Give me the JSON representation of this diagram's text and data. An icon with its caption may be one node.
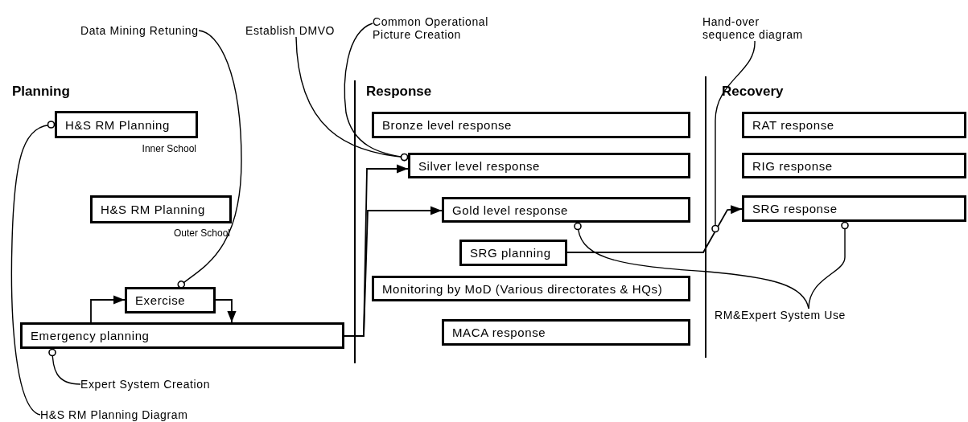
{
  "diagram": {
    "nodes": [
      {
        "text": [
          "H&S RM Planning"
        ],
        "beside": [
          "Inner School"
        ]
      },
      {
        "text": [
          "H&S RM Planning"
        ],
        "beside": [
          "Outer School"
        ]
      },
      {
        "text": [
          "Exercise"
        ]
      },
      {
        "text": [
          "Emergency planning"
        ]
      },
      {
        "text": [
          "Bronze level response"
        ]
      },
      {
        "text": [
          "Silver level response"
        ]
      },
      {
        "text": [
          "Gold level response"
        ]
      },
      {
        "text": [
          "SRG planning"
        ]
      },
      {
        "text": [
          "Monitoring by MoD (Various directorates & HQs)"
        ]
      },
      {
        "text": [
          "MACA response"
        ]
      },
      {
        "text": [
          "RAT response"
        ]
      },
      {
        "text": [
          "RIG response"
        ]
      },
      {
        "text": [
          "SRG response"
        ]
      },
      {
        "text": [
          "Data Mining Retuning"
        ]
      },
      {
        "text": [
          "Establish DMVO"
        ]
      },
      {
        "text": [
          "Common Operational Picture Creation"
        ]
      },
      {
        "text": [
          "Hand-over sequence diagram"
        ]
      },
      {
        "text": [
          "Expert System Creation"
        ]
      },
      {
        "text": [
          "H&S RM Planning Diagram"
        ]
      },
      {
        "text": [
          "RM&Expert System Use"
        ]
      }
    ],
    "edges": [
      {
        "from": 3,
        "to": 2,
        "arrow": "to"
      },
      {
        "from": 2,
        "to": 3,
        "arrow": "to"
      },
      {
        "from": 3,
        "to": 5,
        "arrow": "to"
      },
      {
        "from": 3,
        "to": 6,
        "arrow": "to"
      },
      {
        "from": 7,
        "to": 12,
        "arrow": "to"
      },
      {
        "from": 13,
        "to": 2,
        "arrow": "other"
      },
      {
        "from": 14,
        "to": 5,
        "arrow": "other"
      },
      {
        "from": 15,
        "to": 5,
        "arrow": "other"
      },
      {
        "from": 16,
        "to": null,
        "arrow": "other"
      },
      {
        "from": 17,
        "to": 3,
        "arrow": "other"
      },
      {
        "from": 18,
        "to": 0,
        "arrow": "other"
      },
      {
        "from": 19,
        "to": 6,
        "arrow": "other"
      },
      {
        "from": 19,
        "to": 12,
        "arrow": "other"
      }
    ],
    "labels": [
      "Planning",
      "Response",
      "Recovery"
    ]
  }
}
